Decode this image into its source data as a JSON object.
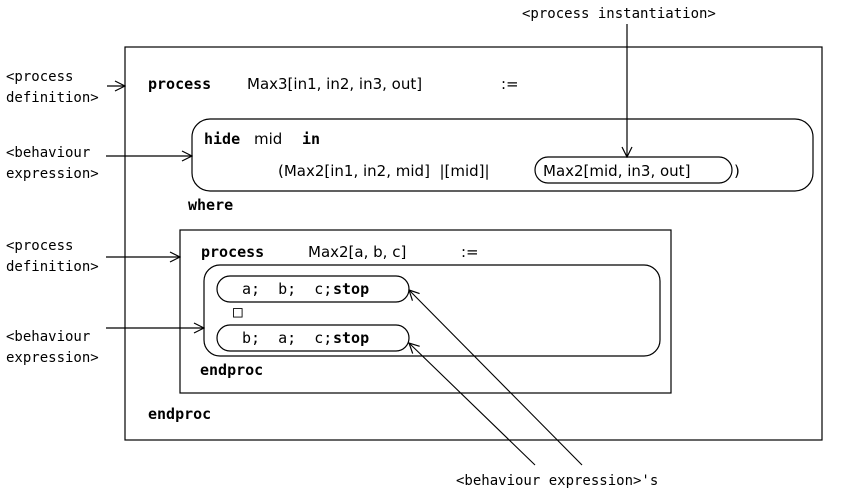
{
  "annotations": {
    "process_instantiation": "<process instantiation>",
    "process_definition_1": "<process\ndefinition>",
    "behaviour_expression_1": "<behaviour\nexpression>",
    "process_definition_2": "<process\ndefinition>",
    "behaviour_expression_2": "<behaviour\nexpression>",
    "behaviour_expressions_bottom": "<behaviour expression>'s"
  },
  "outer_process": {
    "keyword": "process",
    "signature": "Max3[in1, in2, in3, out]",
    "assign": ":=",
    "hide_keyword": "hide",
    "hide_gate": "mid",
    "in_keyword": "in",
    "expr_left": "(Max2[in1, in2, mid]  |[mid]|",
    "expr_inst": "Max2[mid, in3, out]",
    "expr_close": ")",
    "where_keyword": "where",
    "endproc_keyword": "endproc"
  },
  "inner_process": {
    "keyword": "process",
    "signature": "Max2[a, b, c]",
    "assign": ":=",
    "branch1_actions": "a;  b;  c;",
    "branch1_stop": "stop",
    "choice_symbol": "□",
    "branch2_actions": "b;  a;  c;",
    "branch2_stop": "stop",
    "endproc_keyword": "endproc"
  }
}
